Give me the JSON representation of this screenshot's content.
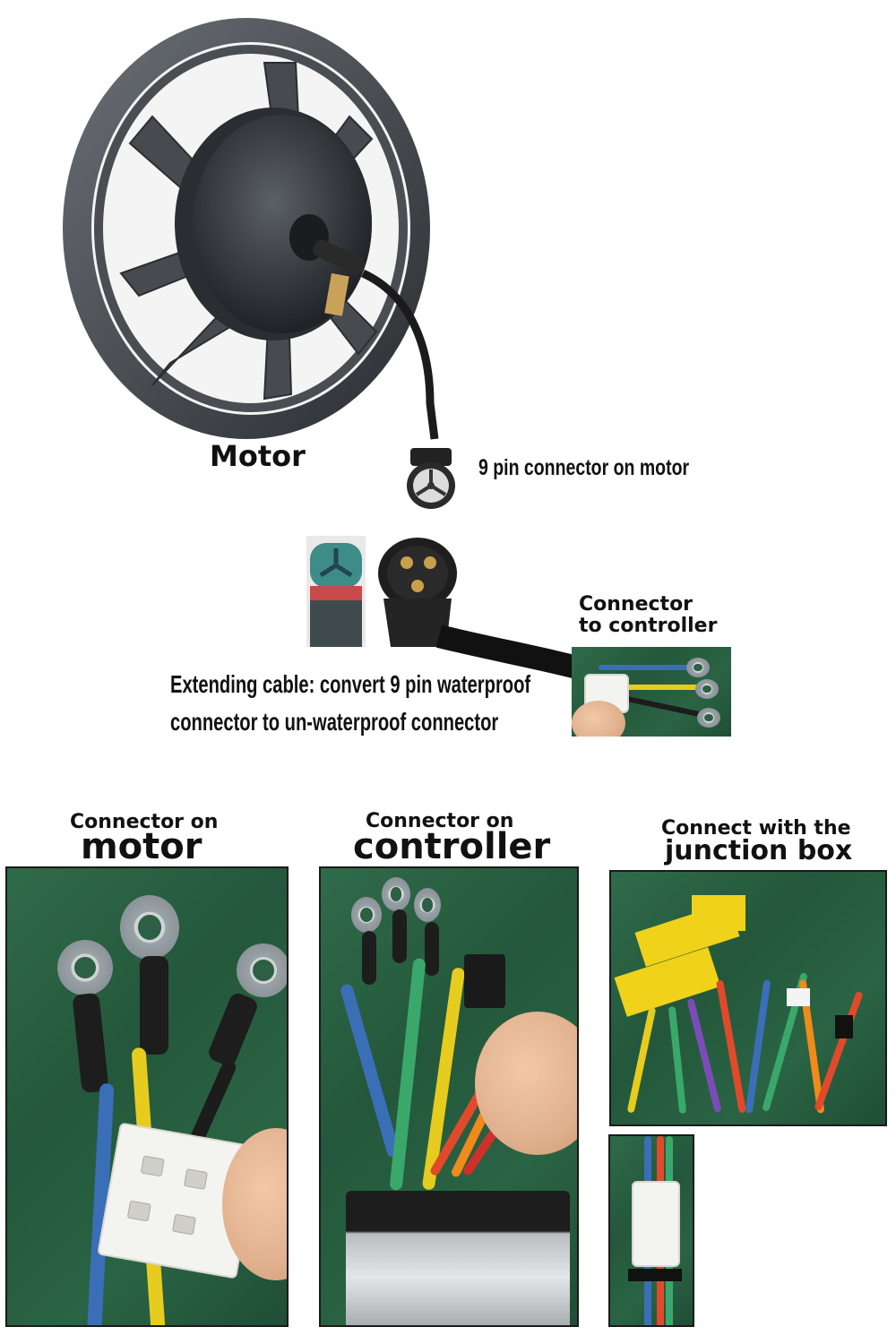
{
  "labels": {
    "motor": "Motor",
    "pin_connector": "9 pin connector on motor",
    "connector_to_controller_line1": "Connector",
    "connector_to_controller_line2": "to controller",
    "extending_line1": "Extending cable: convert 9 pin waterproof",
    "extending_line2": "connector to un-waterproof connector",
    "col1_small": "Connector on",
    "col1_big": "motor",
    "col2_small": "Connector on",
    "col2_big": "controller",
    "col3_small": "Connect with the",
    "col3_big": "junction box"
  },
  "colors": {
    "accent_green": "#2a6444",
    "wire_blue": "#3a6fb8",
    "wire_yellow": "#e6cc1f",
    "wire_green": "#3aa86a",
    "rim": "#3b3f44"
  }
}
